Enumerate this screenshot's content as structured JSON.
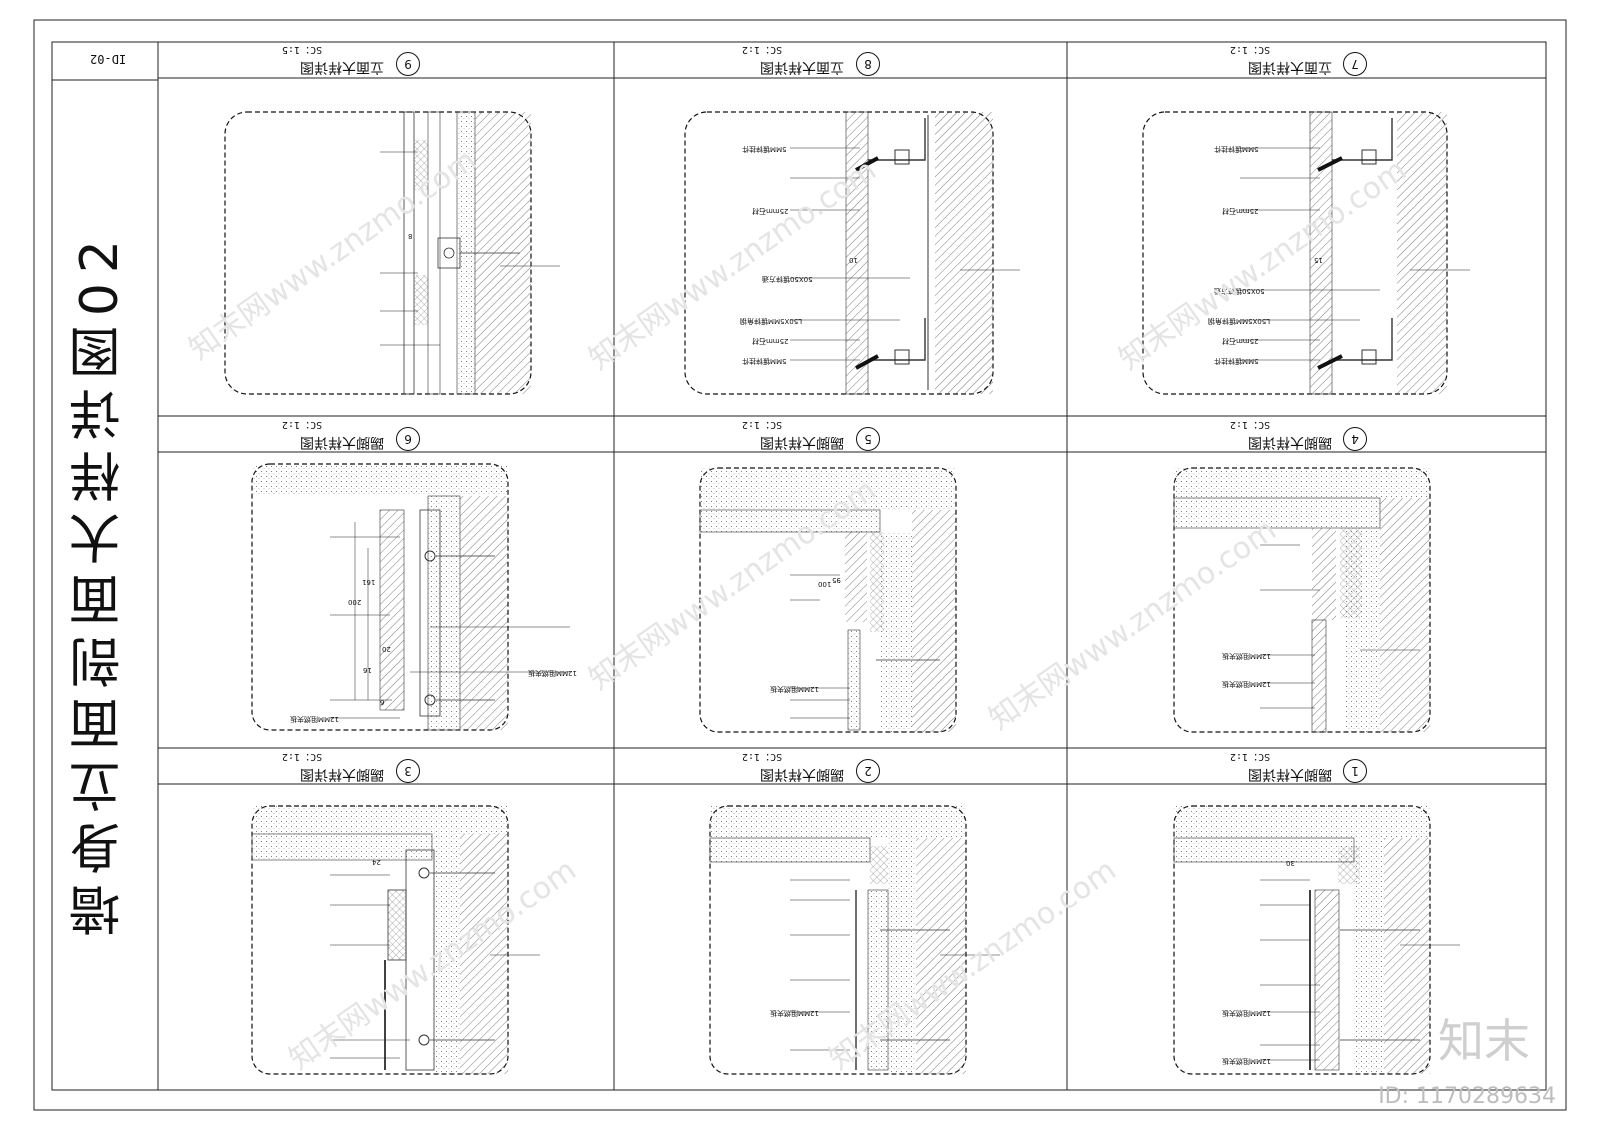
{
  "sheet": {
    "title": "墙身立面剖面大样详图02",
    "code": "ID-02"
  },
  "panels": [
    {
      "num": "1",
      "title": "踢脚大样详图",
      "scale": "SC：1:2"
    },
    {
      "num": "2",
      "title": "踢脚大样详图",
      "scale": "SC：1:2"
    },
    {
      "num": "3",
      "title": "踢脚大样详图",
      "scale": "SC：1:2"
    },
    {
      "num": "4",
      "title": "踢脚大样详图",
      "scale": "SC：1:2"
    },
    {
      "num": "5",
      "title": "踢脚大样详图",
      "scale": "SC：1:2"
    },
    {
      "num": "6",
      "title": "踢脚大样详图",
      "scale": "SC：1:2"
    },
    {
      "num": "7",
      "title": "立面大样详图",
      "scale": "SC：1:2"
    },
    {
      "num": "8",
      "title": "立面大样详图",
      "scale": "SC：1:2"
    },
    {
      "num": "9",
      "title": "立面大样详图",
      "scale": "SC：1:5"
    }
  ],
  "annotations": {
    "p7": [
      "5MM镀锌挂件",
      "25mm石材",
      "50X50镀锌方通",
      "L50X5MM镀锌角钢",
      "25mm石材",
      "5MM镀锌挂件"
    ],
    "p8": [
      "5MM镀锌挂件",
      "25mm石材",
      "50X50镀锌方通",
      "L50X5MM镀锌角钢",
      "25mm石材",
      "5MM镀锌挂件"
    ],
    "p4": [
      "12MM阻燃夹板",
      "12MM阻燃夹板"
    ],
    "p5": [
      "12MM阻燃夹板"
    ],
    "p6": [
      "12MM阻燃夹板",
      "12MM阻燃夹板"
    ],
    "p1": [
      "12MM阻燃夹板",
      "12MM阻燃夹板"
    ],
    "p2": [
      "12MM阻燃夹板"
    ],
    "dims": [
      "200",
      "161",
      "100",
      "95",
      "30",
      "20",
      "24",
      "10",
      "16",
      "8",
      "15",
      "6"
    ]
  },
  "watermark": {
    "logo": "知末",
    "id": "ID: 1170289634",
    "site": "知末网www.znzmo.com"
  }
}
